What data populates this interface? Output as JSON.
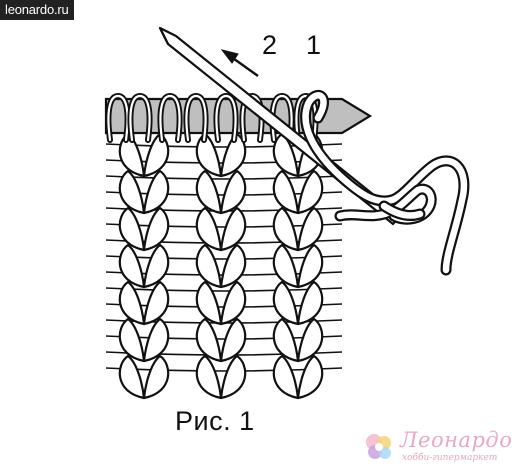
{
  "watermark": {
    "site": "leonardo.ru"
  },
  "diagram": {
    "step_labels": [
      "2",
      "1"
    ],
    "caption": "Рис. 1",
    "elements": {
      "needle": "knitting-needle",
      "fabric": "knit-fabric",
      "yarn": "working-yarn",
      "arrow": "direction-arrow"
    },
    "colors": {
      "needle_fill": "#bfbfbf",
      "outline": "#111111",
      "background": "#ffffff"
    }
  },
  "brand": {
    "name": "Леонардо",
    "tagline": "хобби-гипермаркет",
    "colors": {
      "text": "#e8a9c2",
      "logo": [
        "#f3b8cf",
        "#f7d37a",
        "#c9a3e0",
        "#a9d9f2"
      ]
    }
  }
}
